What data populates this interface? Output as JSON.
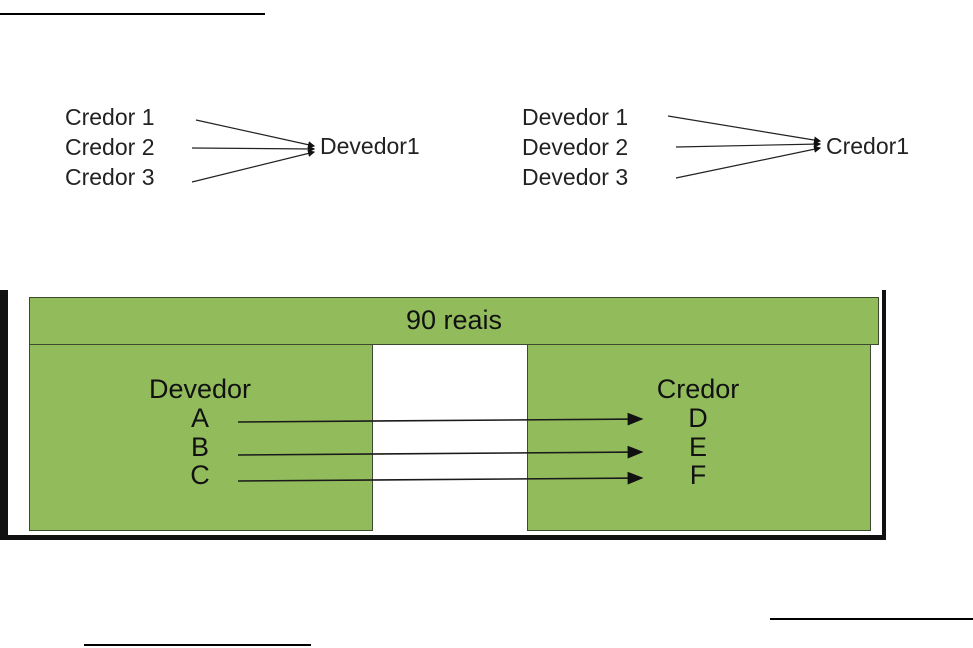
{
  "diagram1": {
    "sources": [
      "Credor 1",
      "Credor 2",
      "Credor 3"
    ],
    "target": "Devedor1"
  },
  "diagram2": {
    "sources": [
      "Devedor 1",
      "Devedor 2",
      "Devedor 3"
    ],
    "target": "Credor1"
  },
  "box": {
    "header": "90 reais",
    "left_title": "Devedor",
    "left_items": [
      "A",
      "B",
      "C"
    ],
    "right_title": "Credor",
    "right_items": [
      "D",
      "E",
      "F"
    ],
    "fill_color": "#92bc5c"
  }
}
